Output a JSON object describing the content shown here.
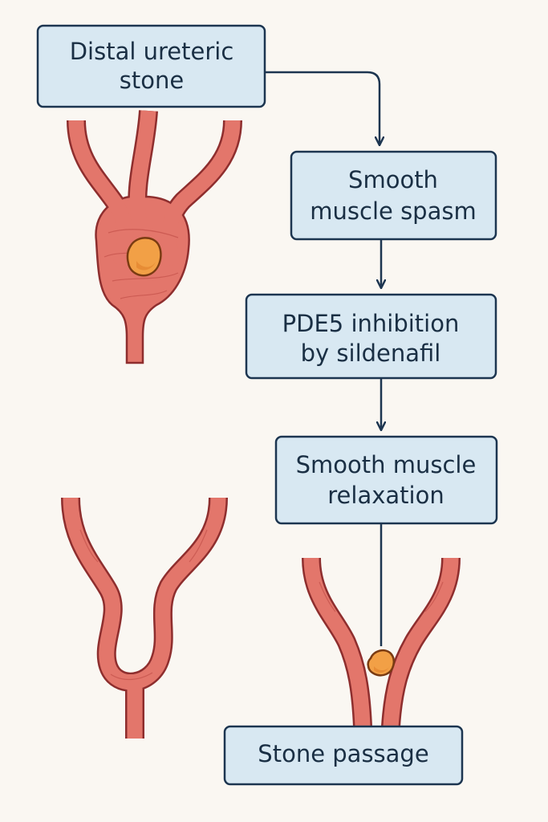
{
  "nodes": [
    {
      "id": "distal-ureteric-stone",
      "lines": [
        "Distal ureteric",
        "stone"
      ]
    },
    {
      "id": "smooth-muscle-spasm",
      "lines": [
        "Smooth",
        "muscle spasm"
      ]
    },
    {
      "id": "pde5-inhibition",
      "lines": [
        "PDE5 inhibition",
        "by sildenafil"
      ]
    },
    {
      "id": "smooth-muscle-relaxation",
      "lines": [
        "Smooth muscle",
        "relaxation"
      ]
    },
    {
      "id": "stone-passage",
      "lines": [
        "Stone passage"
      ]
    }
  ],
  "edges": [
    {
      "from": "distal-ureteric-stone",
      "to": "smooth-muscle-spasm"
    },
    {
      "from": "smooth-muscle-spasm",
      "to": "pde5-inhibition"
    },
    {
      "from": "pde5-inhibition",
      "to": "smooth-muscle-relaxation"
    },
    {
      "from": "smooth-muscle-relaxation",
      "to": "stone-passage"
    }
  ],
  "colors": {
    "box_fill": "#d8e8f2",
    "box_stroke": "#1c3550",
    "text": "#1a2f44",
    "ureter": "#e3766b",
    "stone": "#f2a046",
    "background": "#faf7f2"
  },
  "illustrations": [
    {
      "name": "ureter-with-stone",
      "state": "spasm"
    },
    {
      "name": "ureter-relaxed",
      "state": "relaxed"
    },
    {
      "name": "ureter-stone-passing",
      "state": "passage"
    }
  ]
}
